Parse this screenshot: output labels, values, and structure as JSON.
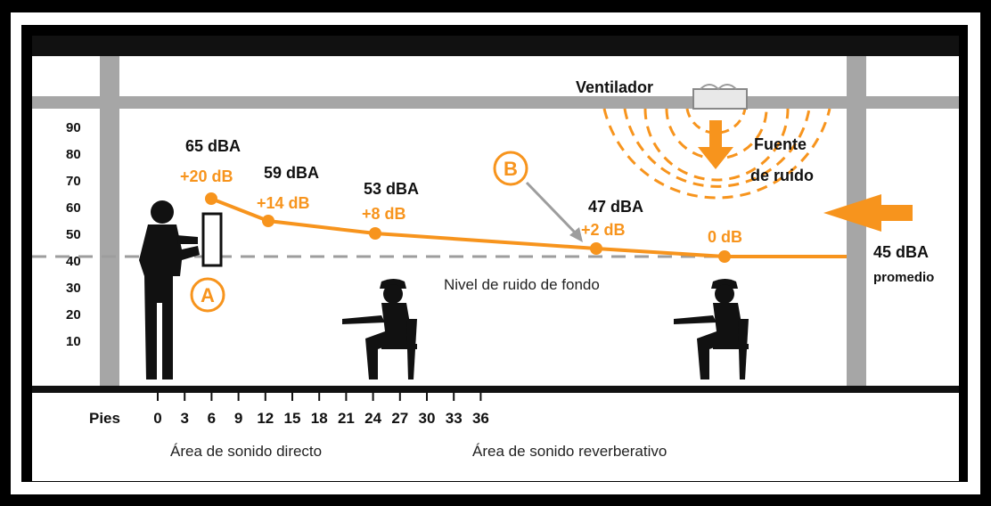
{
  "diagram": {
    "y_axis_ticks": [
      "90",
      "80",
      "70",
      "60",
      "50",
      "40",
      "30",
      "20",
      "10"
    ],
    "x_axis_label": "Pies",
    "x_axis_ticks": [
      "0",
      "3",
      "6",
      "9",
      "12",
      "15",
      "18",
      "21",
      "24",
      "27",
      "30",
      "33",
      "36"
    ],
    "fan_label": "Ventilador",
    "source_label_line1": "Fuente",
    "source_label_line2": "de ruido",
    "background_level_label": "Nivel de ruido de fondo",
    "average_value": "45 dBA",
    "average_label": "promedio",
    "marker_a": "A",
    "marker_b": "B",
    "direct_area_label": "Área de sonido directo",
    "reverb_area_label": "Área de sonido reverberativo",
    "points": [
      {
        "dba": "65 dBA",
        "delta": "+20 dB"
      },
      {
        "dba": "59 dBA",
        "delta": "+14 dB"
      },
      {
        "dba": "53 dBA",
        "delta": "+8 dB"
      },
      {
        "dba": "47 dBA",
        "delta": "+2 dB"
      },
      {
        "dba": "",
        "delta": "0 dB"
      }
    ],
    "colors": {
      "accent": "#f7941d",
      "beam": "#a6a6a6",
      "dash": "#9d9d9d",
      "ground": "#111111"
    }
  }
}
